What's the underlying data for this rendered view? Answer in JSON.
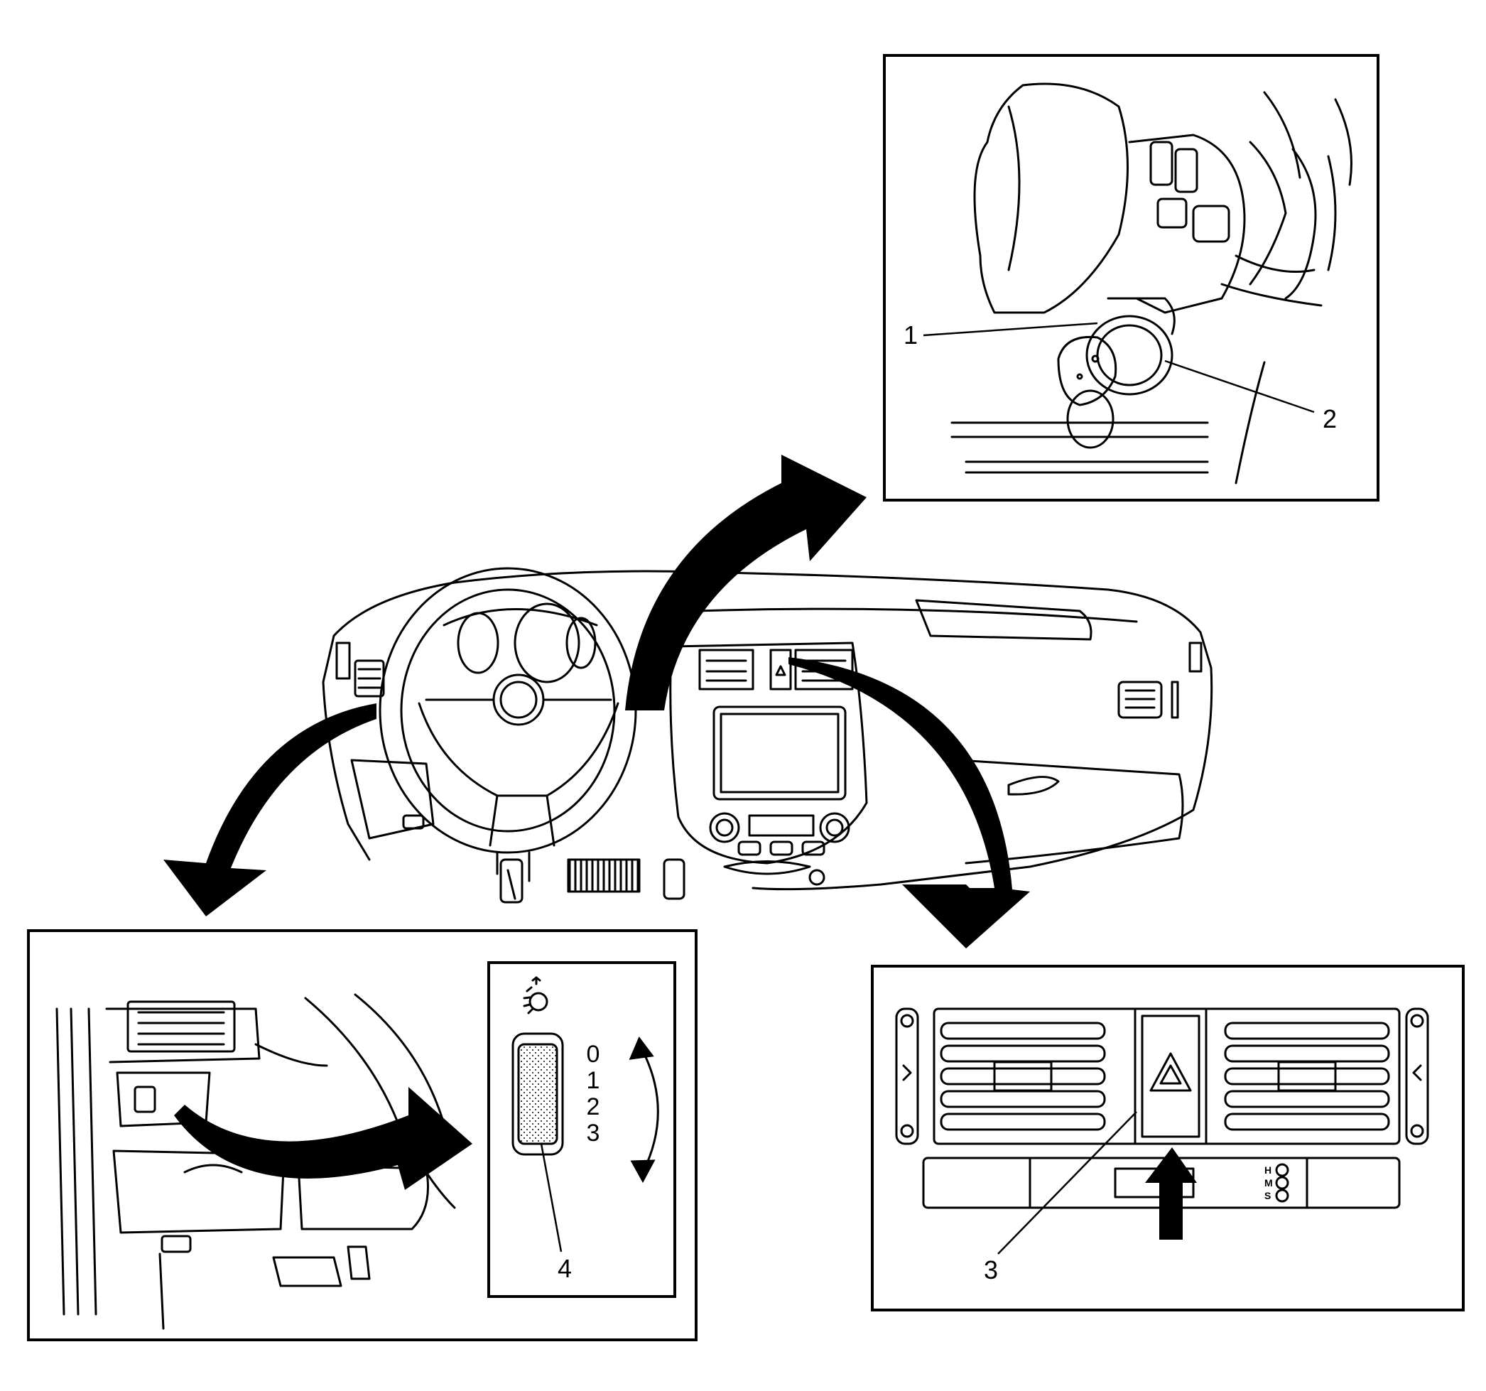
{
  "callouts": [
    "1",
    "2",
    "3",
    "4"
  ],
  "dimmer_scale": [
    "0",
    "1",
    "2",
    "3"
  ],
  "fan_speed_labels": [
    "H",
    "M",
    "S"
  ],
  "colors": {
    "ink": "#000000",
    "paper": "#ffffff"
  },
  "icons": [
    "hazard-triangle-icon",
    "headlamp-leveling-icon",
    "ignition-key-icon"
  ]
}
